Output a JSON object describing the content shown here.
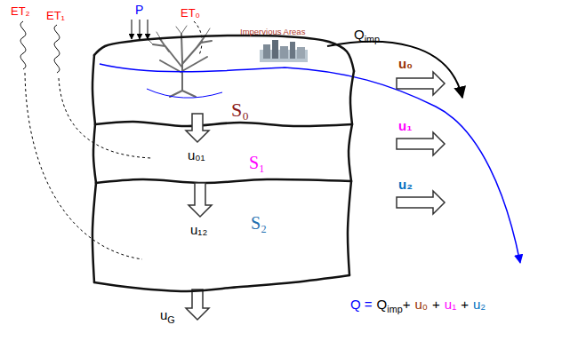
{
  "diagram": {
    "nodes": [
      {
        "text": [
          "S₀"
        ]
      },
      {
        "text": [
          "S₁"
        ]
      },
      {
        "text": [
          "S₂"
        ]
      }
    ],
    "edges": [
      {
        "from": 0,
        "to": 1,
        "arrow": "to",
        "label": "u₀₁"
      },
      {
        "from": 1,
        "to": 2,
        "arrow": "to",
        "label": "u₁₂"
      }
    ],
    "labels": [
      "ET₂",
      "ET₁",
      "P",
      "ET₀",
      "Impervious Areas",
      "Q",
      "imp",
      "u₀",
      "u₁",
      "u₂",
      "u",
      "G",
      "Q =",
      "Q",
      "imp",
      "+",
      "u₀",
      "+",
      "u₁",
      "+",
      "u₂"
    ]
  }
}
